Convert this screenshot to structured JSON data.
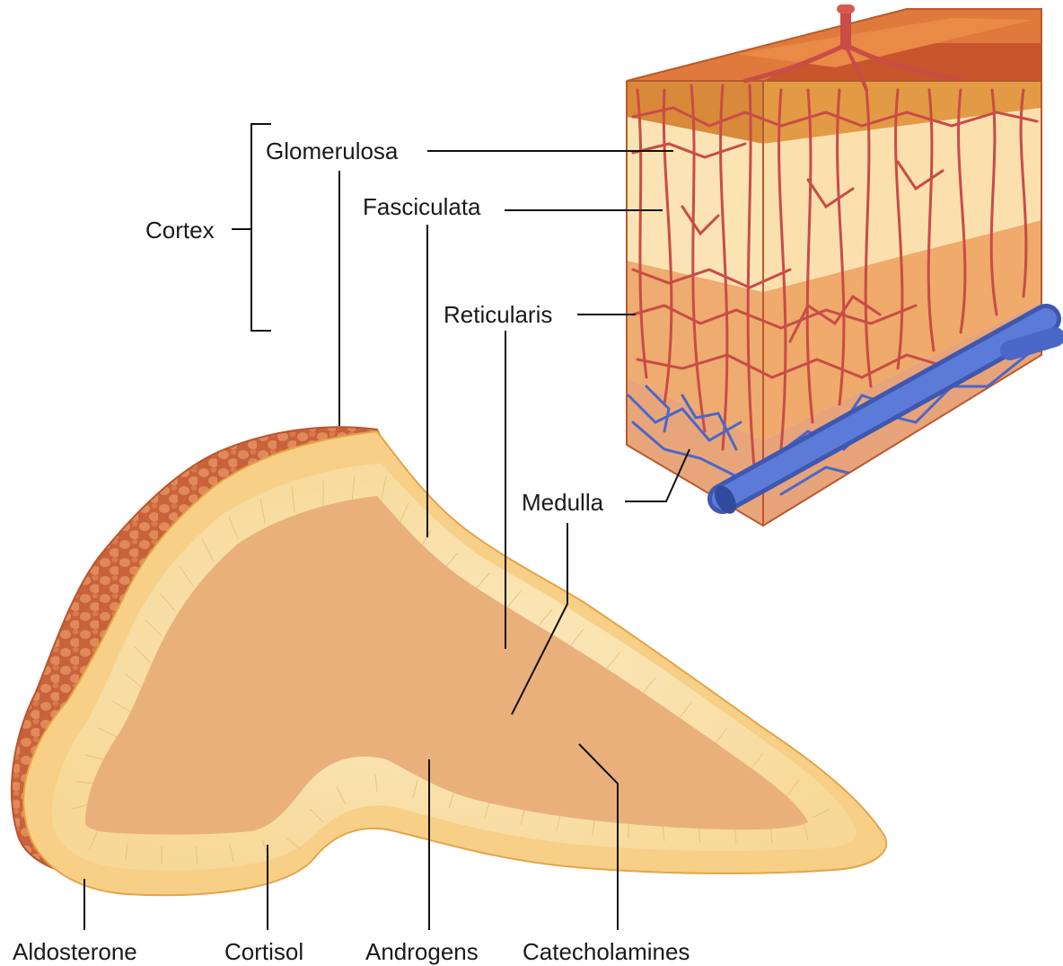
{
  "labels": {
    "cortex": "Cortex",
    "glomerulosa": "Glomerulosa",
    "fasciculata": "Fasciculata",
    "reticularis": "Reticularis",
    "medulla": "Medulla",
    "aldosterone": "Aldosterone",
    "cortisol": "Cortisol",
    "androgens": "Androgens",
    "catecholamines": "Catecholamines"
  },
  "colors": {
    "capsule": "#c8623a",
    "capsule_cells": "#e08a5c",
    "cortex_outer": "#f8cf86",
    "cortex_band": "#fbe7b4",
    "medulla": "#eab07c",
    "block_glomerulosa": "#d9893a",
    "block_fasciculata": "#fce3b4",
    "block_reticularis": "#eeac70",
    "block_medulla": "#e9a57a",
    "artery": "#c94c46",
    "vein": "#4a67c8"
  }
}
